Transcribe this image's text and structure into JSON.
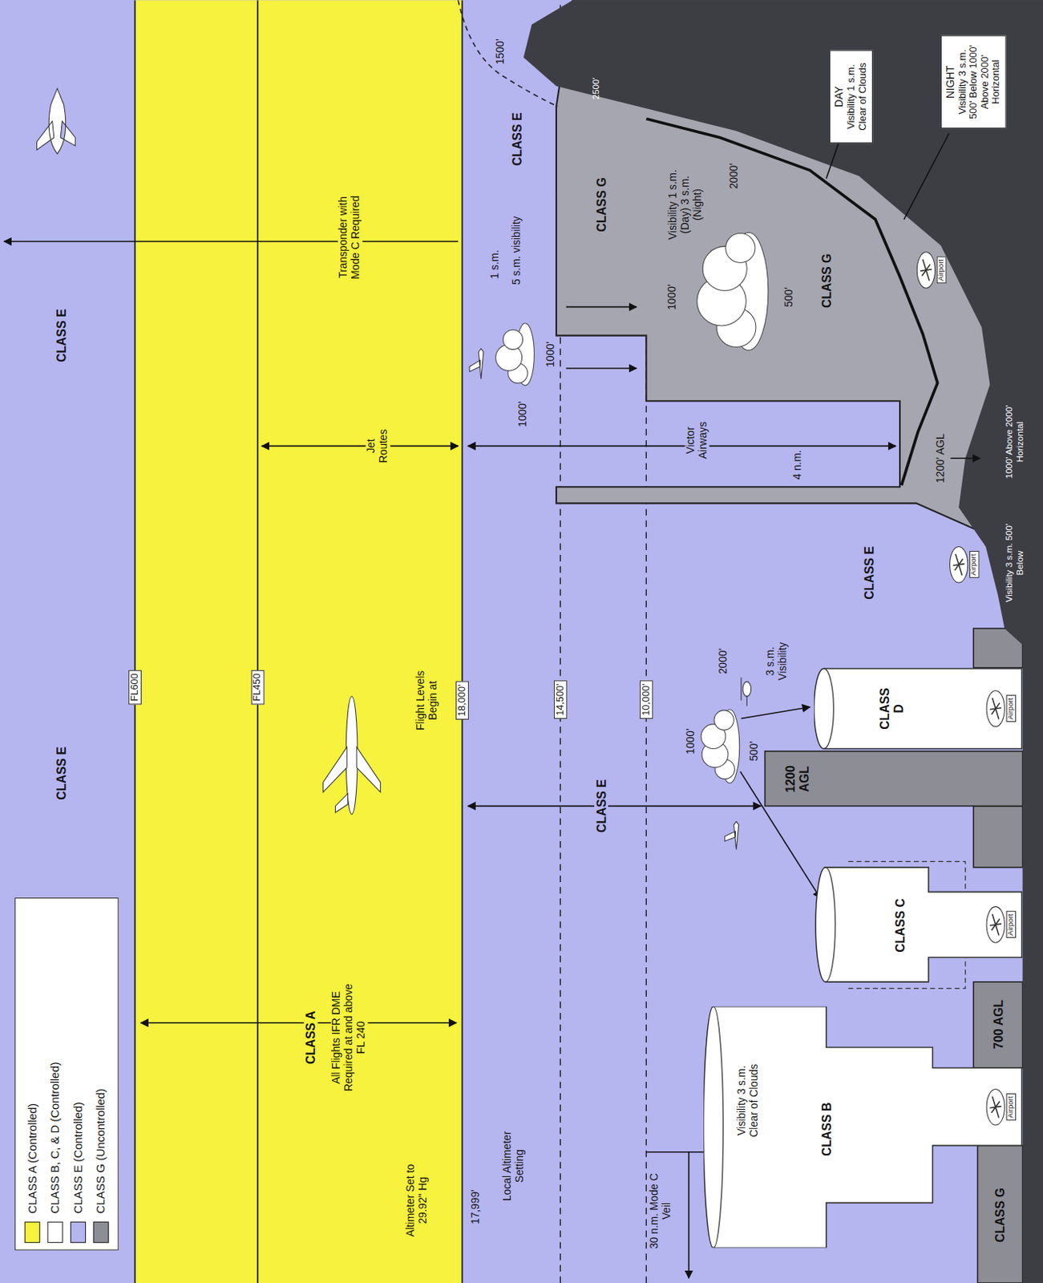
{
  "diagram": {
    "nodes": [
      {
        "text": [
          "CLASS A",
          "All Flights IFR DME Required at and above FL 240"
        ]
      },
      {
        "text": [
          "CLASS B",
          "Visibility 3 s.m. Clear of Clouds"
        ]
      },
      {
        "text": [
          "Airport"
        ],
        "in": 1
      },
      {
        "text": [
          "CLASS C"
        ]
      },
      {
        "text": [
          "Airport"
        ],
        "in": 3
      },
      {
        "text": [
          "CLASS D"
        ]
      },
      {
        "text": [
          "Airport"
        ],
        "in": 5
      },
      {
        "text": [
          "Airport"
        ]
      },
      {
        "text": [
          "Airport"
        ]
      },
      {
        "text": [
          "DAY",
          "Visibility 1 s.m. Clear of Clouds"
        ]
      },
      {
        "text": [
          "NIGHT",
          "Visibility 3 s.m. 500' Below 1000' Above 2000' Horizontal"
        ]
      }
    ],
    "labels": [
      "CLASS E",
      "CLASS E",
      "FL600",
      "FL450",
      "Flight Levels Begin at",
      "18,000'",
      "Altimeter Set to 29.92\" Hg",
      "17,999'",
      "Local Altimeter Setting",
      "Jet Routes",
      "Transponder with Mode C Required",
      "CLASS E",
      "14,500'",
      "10,000'",
      "30 n.m. Mode C Veil",
      "CLASS E",
      "CLASS G",
      "700 AGL",
      "1200 AGL",
      "1000'",
      "2000'",
      "500'",
      "3 s.m. Visibility",
      "CLASS E",
      "Visibility 3 s.m. 500' Below",
      "1000' Above 2000' Horizontal",
      "Victor Airways",
      "4 n.m.",
      "1200' AGL",
      "1000'",
      "1000'",
      "1 s.m.",
      "5 s.m. visibility",
      "CLASS G",
      "Visibility 1 s.m. (Day) 3 s.m. (Night)",
      "2000'",
      "1000'",
      "500'",
      "CLASS G",
      "1500'",
      "2500'"
    ],
    "legend": [
      {
        "text": "CLASS A (Controlled)",
        "color": "#f6f23e"
      },
      {
        "text": "CLASS B, C, & D (Controlled)",
        "color": "#ffffff"
      },
      {
        "text": "CLASS E (Controlled)",
        "color": "#b5b5f0"
      },
      {
        "text": "CLASS G (Uncontrolled)",
        "color": "#8d8d96"
      }
    ]
  }
}
